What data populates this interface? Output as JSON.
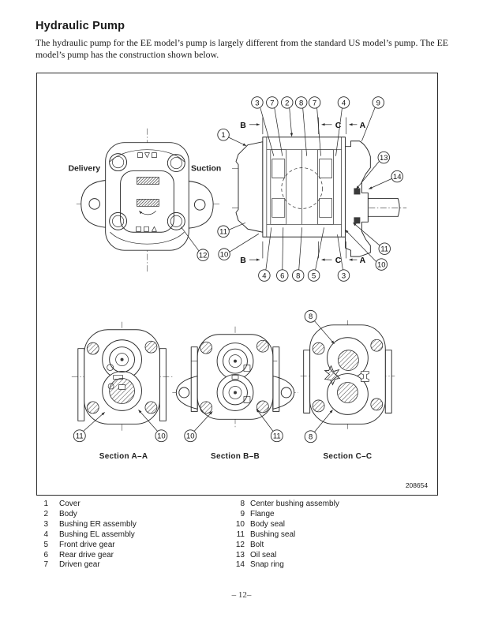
{
  "page": {
    "title": "Hydraulic Pump",
    "intro": "The hydraulic pump for the EE model’s pump is largely different from the standard US model’s pump. The EE model’s pump has the construction shown below.",
    "page_number": "– 12–"
  },
  "figure": {
    "code": "208654",
    "front_view": {
      "delivery_label": "Delivery",
      "suction_label": "Suction",
      "callout_12": "12"
    },
    "cross_section": {
      "top_callouts": [
        "3",
        "7",
        "2",
        "8",
        "7",
        "4",
        "9"
      ],
      "bottom_callouts": [
        "4",
        "6",
        "8",
        "5",
        "3"
      ],
      "callout_1": "1",
      "left_callouts": [
        "11",
        "10"
      ],
      "right_upper_callouts": [
        "13",
        "14"
      ],
      "right_lower_callouts": [
        "11",
        "10"
      ],
      "marker_b": "B",
      "marker_c": "C",
      "marker_a": "A"
    },
    "sections": [
      {
        "label": "Section A–A",
        "callouts": [
          "11",
          "10"
        ]
      },
      {
        "label": "Section B–B",
        "callouts": [
          "10",
          "11"
        ]
      },
      {
        "label": "Section C–C",
        "callouts": [
          "8",
          "8"
        ]
      }
    ]
  },
  "parts_list": {
    "left_column": [
      {
        "num": "1",
        "name": "Cover"
      },
      {
        "num": "2",
        "name": "Body"
      },
      {
        "num": "3",
        "name": "Bushing ER assembly"
      },
      {
        "num": "4",
        "name": "Bushing EL assembly"
      },
      {
        "num": "5",
        "name": "Front drive gear"
      },
      {
        "num": "6",
        "name": "Rear drive gear"
      },
      {
        "num": "7",
        "name": "Driven gear"
      }
    ],
    "right_column": [
      {
        "num": "8",
        "name": "Center bushing assembly"
      },
      {
        "num": "9",
        "name": "Flange"
      },
      {
        "num": "10",
        "name": "Body seal"
      },
      {
        "num": "11",
        "name": "Bushing seal"
      },
      {
        "num": "12",
        "name": "Bolt"
      },
      {
        "num": "13",
        "name": "Oil seal"
      },
      {
        "num": "14",
        "name": "Snap ring"
      }
    ]
  }
}
